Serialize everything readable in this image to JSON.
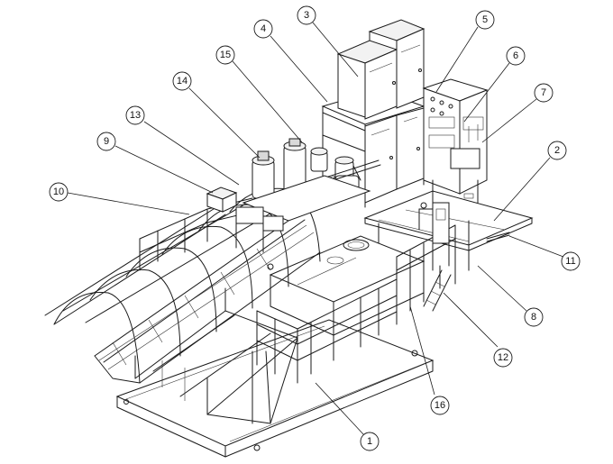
{
  "callouts": [
    {
      "number": "1"
    },
    {
      "number": "2"
    },
    {
      "number": "3"
    },
    {
      "number": "4"
    },
    {
      "number": "5"
    },
    {
      "number": "6"
    },
    {
      "number": "7"
    },
    {
      "number": "8"
    },
    {
      "number": "9"
    },
    {
      "number": "10"
    },
    {
      "number": "11"
    },
    {
      "number": "12"
    },
    {
      "number": "13"
    },
    {
      "number": "14"
    },
    {
      "number": "15"
    },
    {
      "number": "16"
    }
  ],
  "colors": {
    "line": "#1a1a1a",
    "background": "#ffffff"
  }
}
